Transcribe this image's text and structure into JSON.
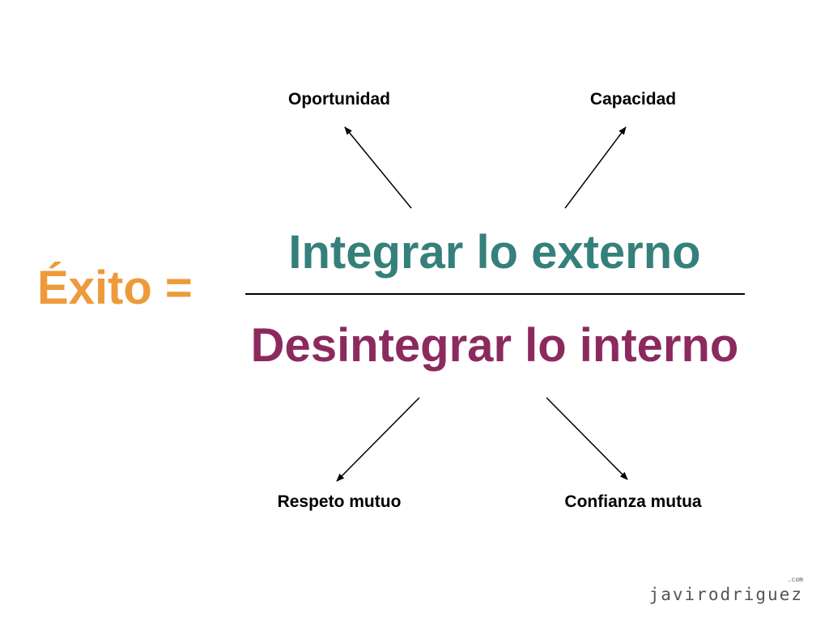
{
  "diagram": {
    "left_term": "Éxito =",
    "numerator": "Integrar lo externo",
    "denominator": "Desintegrar lo interno",
    "labels": {
      "top_left": "Oportunidad",
      "top_right": "Capacidad",
      "bottom_left": "Respeto mutuo",
      "bottom_right": "Confianza mutua"
    },
    "colors": {
      "left_term": "#ee9a3a",
      "numerator": "#35807b",
      "denominator": "#8c2a5e",
      "labels": "#000000",
      "arrows": "#000000"
    }
  },
  "watermark": {
    "text": "javirodriguez",
    "suffix": ".com"
  }
}
